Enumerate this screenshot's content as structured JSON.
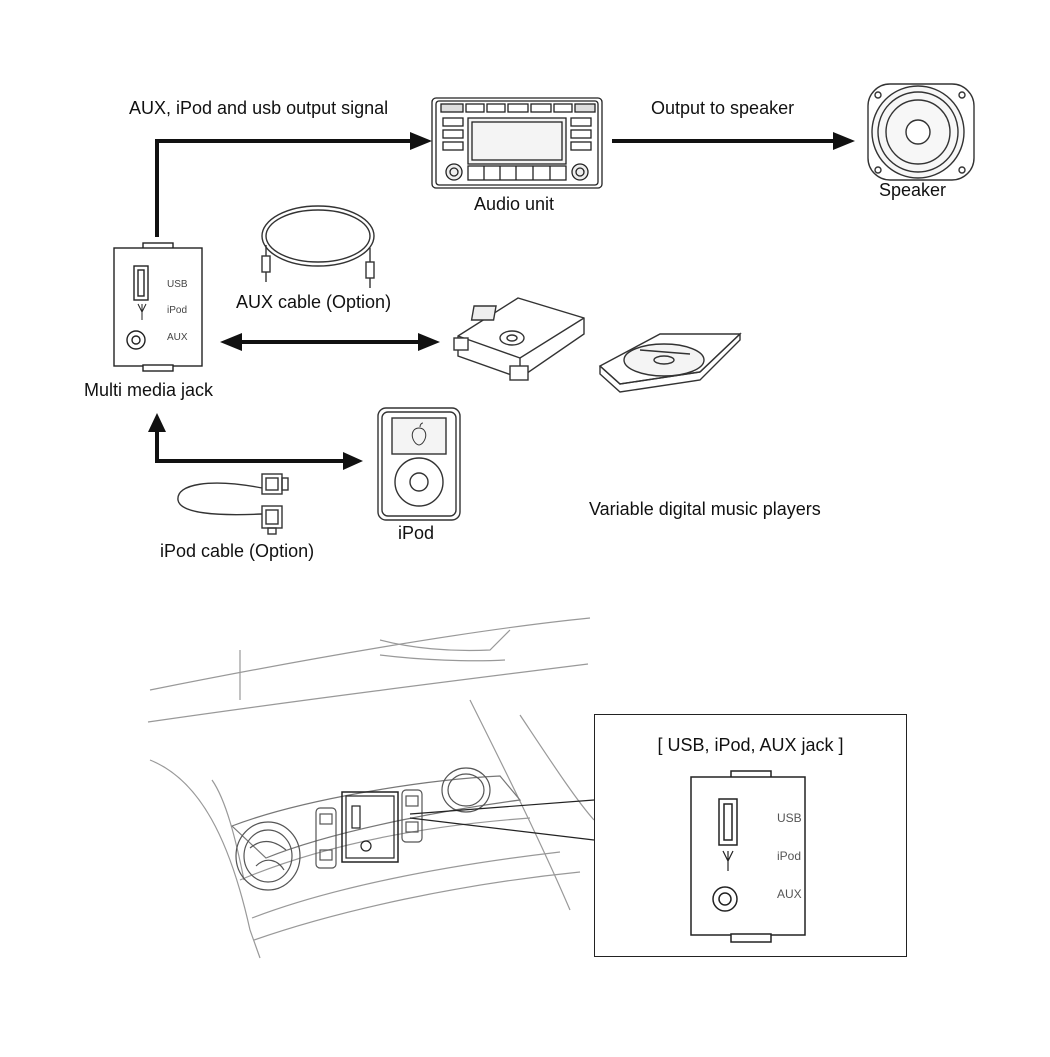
{
  "diagram": {
    "labels": {
      "aux_ipod_usb_signal": "AUX, iPod and usb output signal",
      "output_to_speaker": "Output to speaker",
      "speaker": "Speaker",
      "audio_unit": "Audio unit",
      "aux_cable": "AUX cable (Option)",
      "multi_media_jack": "Multi media jack",
      "variable_players": "Variable digital music players",
      "ipod": "iPod",
      "ipod_cable": "iPod cable (Option)"
    },
    "jack_face": {
      "usb": "USB",
      "ipod": "iPod",
      "aux": "AUX"
    },
    "inset": {
      "title": "[ USB, iPod, AUX jack ]",
      "usb": "USB",
      "ipod": "iPod",
      "aux": "AUX"
    }
  }
}
